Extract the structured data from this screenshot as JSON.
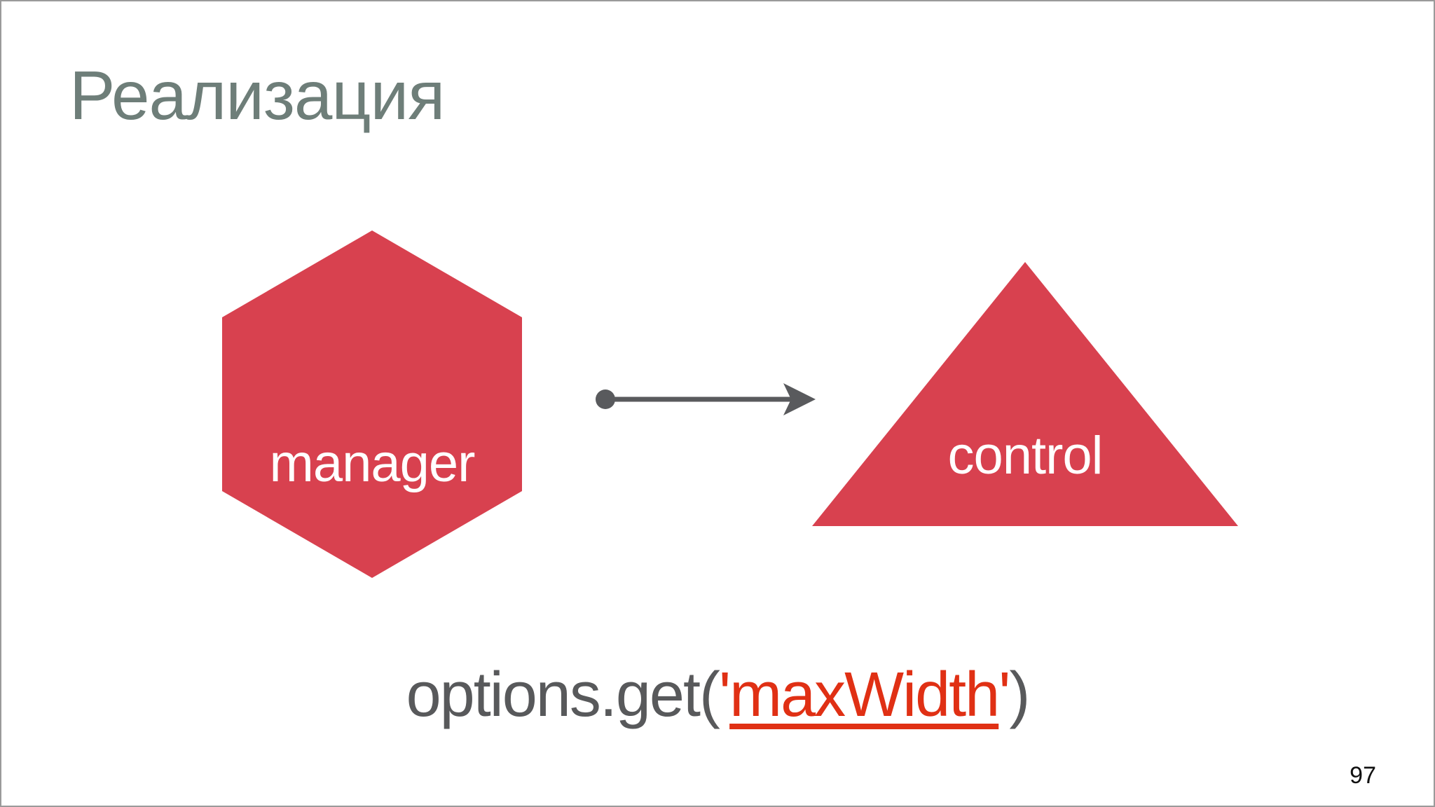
{
  "slide": {
    "title": "Реализация",
    "page_number": "97",
    "diagram": {
      "nodes": [
        {
          "id": "manager",
          "shape": "hexagon",
          "label": "manager"
        },
        {
          "id": "control",
          "shape": "triangle",
          "label": "control"
        }
      ],
      "edge": {
        "from": "manager",
        "to": "control",
        "style": "dot-tail-arrow"
      }
    },
    "code": {
      "prefix": "options.get(",
      "open_quote": "'",
      "highlight": "maxWidth",
      "close_quote": "'",
      "suffix": ")"
    }
  },
  "colors": {
    "title-color": "#6e7e79",
    "shape-red": "#d8414f",
    "arrow-color": "#595a5d",
    "code-gray": "#58595b",
    "code-red": "#e03014"
  }
}
